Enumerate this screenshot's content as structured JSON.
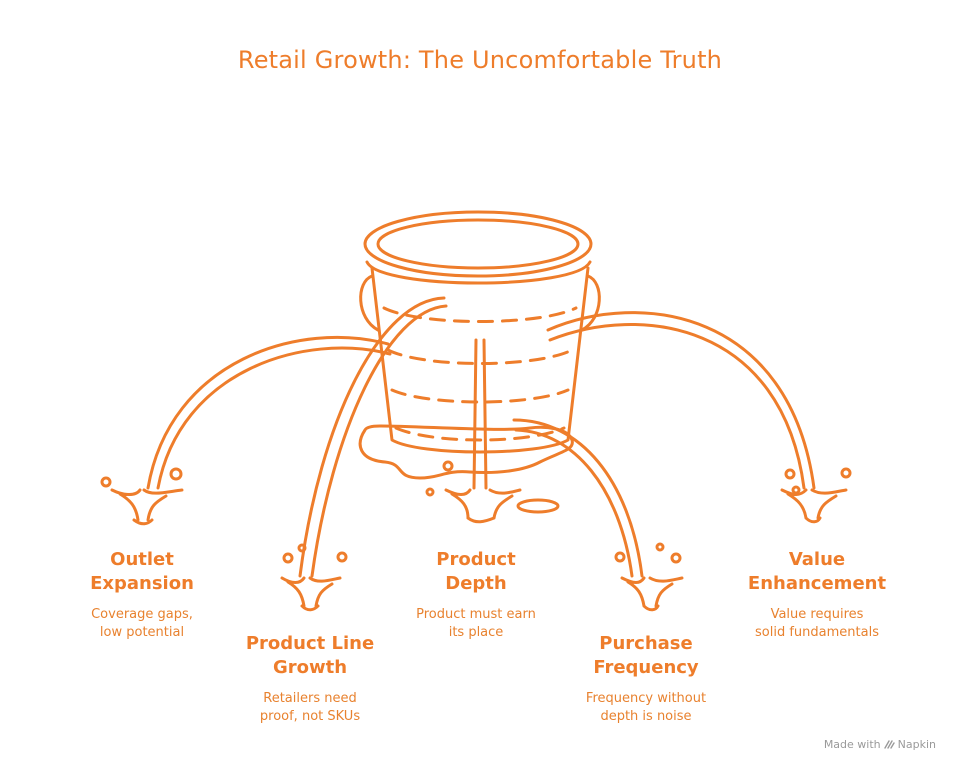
{
  "title": "Retail Growth: The Uncomfortable Truth",
  "colors": {
    "accent": "#EE7D2B",
    "text": "#E8822F",
    "credit": "#9a9a9a"
  },
  "items": [
    {
      "heading": "Outlet\nExpansion",
      "text": "Coverage gaps,\nlow potential"
    },
    {
      "heading": "Product Line\nGrowth",
      "text": "Retailers need\nproof, not SKUs"
    },
    {
      "heading": "Product\nDepth",
      "text": "Product must earn\nits place"
    },
    {
      "heading": "Purchase\nFrequency",
      "text": "Frequency without\ndepth is noise"
    },
    {
      "heading": "Value\nEnhancement",
      "text": "Value requires\nsolid fundamentals"
    }
  ],
  "credit": {
    "prefix": "Made with",
    "brand": "Napkin",
    "icon": "napkin-logo-icon"
  }
}
